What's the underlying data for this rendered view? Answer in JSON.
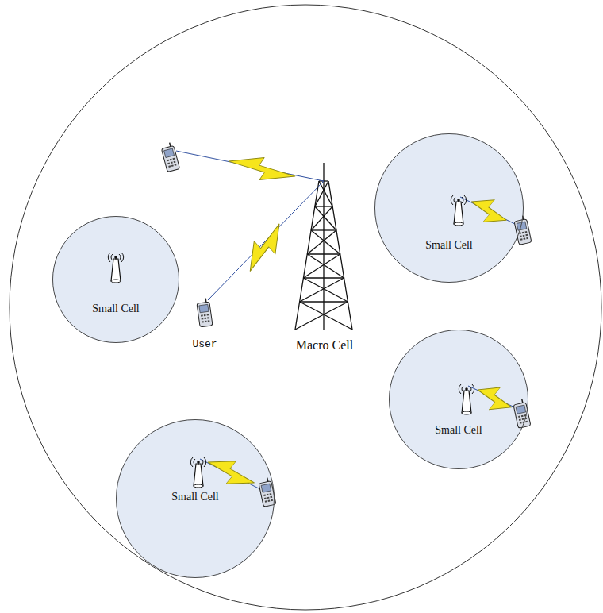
{
  "diagram": {
    "nodes": [
      {
        "text": [
          "Small Cell"
        ]
      },
      {
        "text": [
          "Small Cell"
        ]
      },
      {
        "text": [
          "Small Cell"
        ]
      },
      {
        "text": [
          "Small Cell"
        ]
      }
    ],
    "labels": [
      "User",
      "Macro Cell"
    ]
  }
}
